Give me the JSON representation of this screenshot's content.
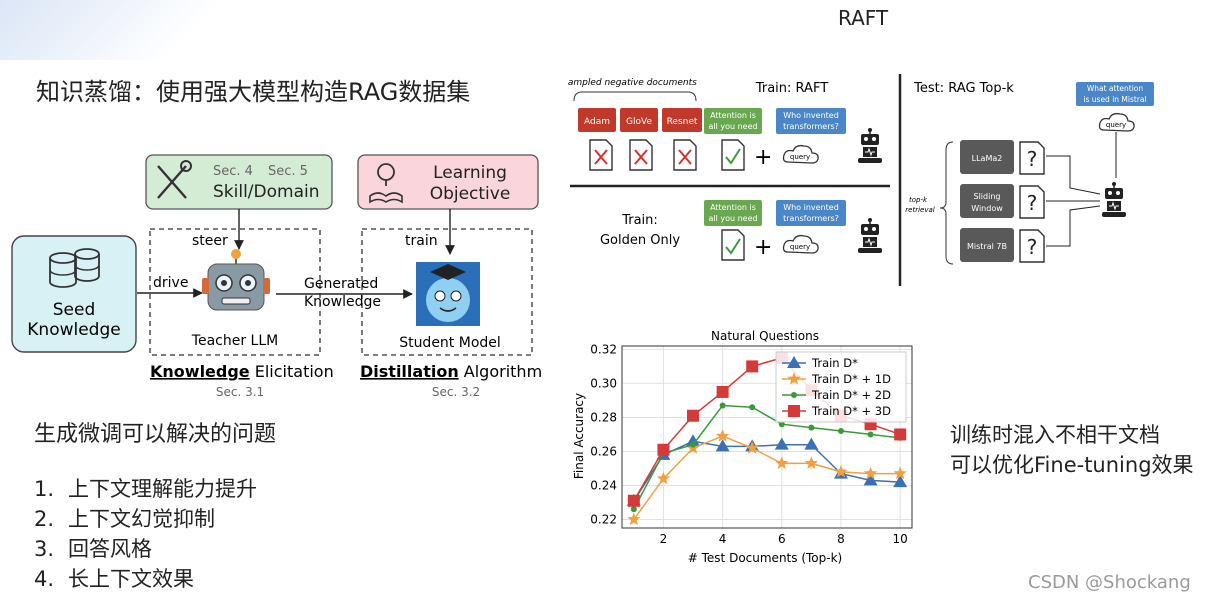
{
  "slide": {
    "title": "知识蒸馏：使用强大模型构造RAG数据集",
    "raft_title": "RAFT",
    "subtitle": "生成微调可以解决的问题",
    "list": [
      {
        "num": "1.",
        "text": "上下文理解能力提升"
      },
      {
        "num": "2.",
        "text": "上下文幻觉抑制"
      },
      {
        "num": "3.",
        "text": "回答风格"
      },
      {
        "num": "4.",
        "text": "长上下文效果"
      }
    ],
    "right_note": [
      "训练时混入不相干文档",
      "可以优化Fine-tuning效果"
    ],
    "watermark": "CSDN @Shockang"
  },
  "distill_diagram": {
    "skill_box": {
      "sec_a": "Sec. 4",
      "sec_b": "Sec. 5",
      "label": "Skill/Domain"
    },
    "objective_box": {
      "line1": "Learning",
      "line2": "Objective"
    },
    "seed_box": {
      "line1": "Seed",
      "line2": "Knowledge"
    },
    "steer": "steer",
    "train": "train",
    "drive": "drive",
    "generated_line1": "Generated",
    "generated_line2": "Knowledge",
    "teacher": "Teacher LLM",
    "student": "Student Model",
    "caption1_bold": "Knowledge",
    "caption1_rest": " Elicitation",
    "caption1_sec": "Sec. 3.1",
    "caption2_bold": "Distillation",
    "caption2_rest": " Algorithm",
    "caption2_sec": "Sec. 3.2"
  },
  "raft_diagram": {
    "sampled_negative": "sampled negative documents",
    "train_raft": "Train: RAFT",
    "neg_docs": [
      "Adam",
      "GloVe",
      "Resnet"
    ],
    "attention_doc": [
      "Attention is",
      "all you need"
    ],
    "question": [
      "Who invented",
      "transformers?"
    ],
    "query": "query",
    "train_golden": [
      "Train:",
      "Golden Only"
    ],
    "test_title": "Test: RAG Top-k",
    "test_question": [
      "What attention",
      "is used in Mistral"
    ],
    "topk_label": [
      "top-k",
      "retrieval"
    ],
    "models": [
      [
        "LLaMa2"
      ],
      [
        "Sliding",
        "Window"
      ],
      [
        "Mistral 7B"
      ]
    ],
    "colors": {
      "red": "#c0392b",
      "green": "#6aa84f",
      "blue": "#4a86c8",
      "gray": "#595959"
    }
  },
  "chart_data": {
    "type": "line",
    "title": "Natural Questions",
    "xlabel": "# Test Documents (Top-k)",
    "ylabel": "Final Accuracy",
    "xlim": [
      0.6,
      10.4
    ],
    "ylim": [
      0.215,
      0.322
    ],
    "xticks": [
      2,
      4,
      6,
      8,
      10
    ],
    "yticks": [
      0.22,
      0.24,
      0.26,
      0.28,
      0.3,
      0.32
    ],
    "grid": true,
    "legend_position": "top-right",
    "x": [
      1,
      2,
      3,
      4,
      5,
      6,
      7,
      8,
      9,
      10
    ],
    "series": [
      {
        "name": "Train D*",
        "color": "#3b6fb6",
        "marker": "triangle",
        "values": [
          0.231,
          0.258,
          0.266,
          0.263,
          0.263,
          0.264,
          0.264,
          0.247,
          0.243,
          0.242
        ]
      },
      {
        "name": "Train D* + 1D",
        "color": "#f0a040",
        "marker": "star",
        "values": [
          0.22,
          0.244,
          0.262,
          0.269,
          0.262,
          0.253,
          0.253,
          0.248,
          0.247,
          0.247
        ]
      },
      {
        "name": "Train D* + 2D",
        "color": "#3a9a3a",
        "marker": "dot",
        "values": [
          0.226,
          0.259,
          0.264,
          0.287,
          0.286,
          0.276,
          0.274,
          0.272,
          0.27,
          0.268
        ]
      },
      {
        "name": "Train D* + 3D",
        "color": "#d43a3a",
        "marker": "square",
        "values": [
          0.231,
          0.261,
          0.281,
          0.295,
          0.31,
          0.315,
          0.296,
          0.281,
          0.276,
          0.27
        ]
      }
    ]
  }
}
